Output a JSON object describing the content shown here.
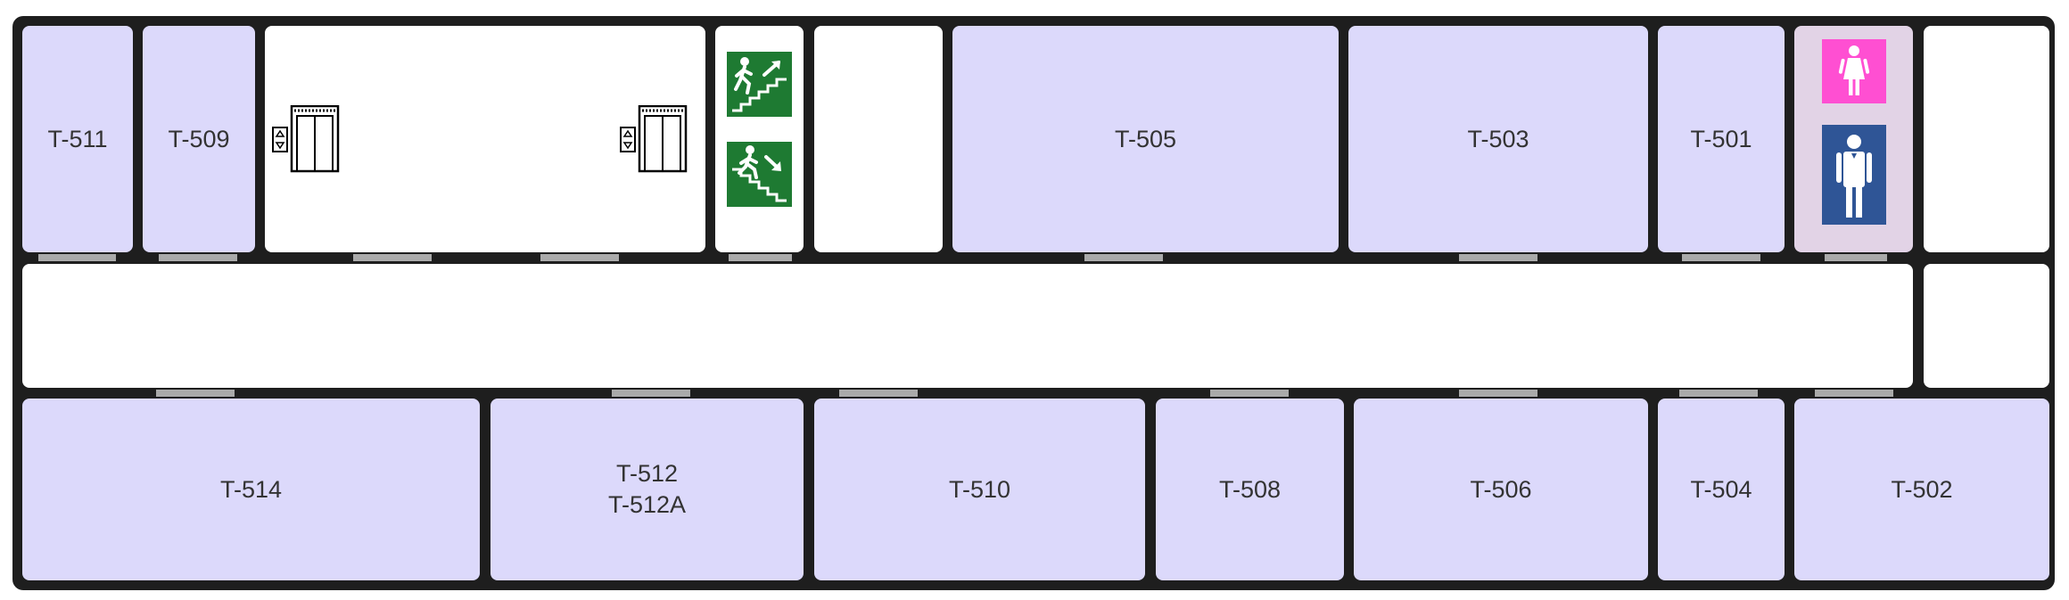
{
  "colors": {
    "room_fill": "#dcd9fb",
    "corridor_fill": "#ffffff",
    "wall": "#1e1e1e",
    "door": "#aaaaaa",
    "restroom_fill": "#e2d3e6",
    "women_sign": "#ff4fd2",
    "men_sign": "#2f5596",
    "exit_sign": "#1e7a32"
  },
  "icons": {
    "elevator": "elevator-icon",
    "stairs_up": "stairs-up-exit-icon",
    "stairs_down": "stairs-down-exit-icon",
    "women": "women-restroom-icon",
    "men": "men-restroom-icon"
  },
  "rooms": {
    "t511": "T-511",
    "t509": "T-509",
    "t505": "T-505",
    "t503": "T-503",
    "t501": "T-501",
    "t514": "T-514",
    "t512": "T-512",
    "t512a": "T-512A",
    "t510": "T-510",
    "t508": "T-508",
    "t506": "T-506",
    "t504": "T-504",
    "t502": "T-502"
  }
}
